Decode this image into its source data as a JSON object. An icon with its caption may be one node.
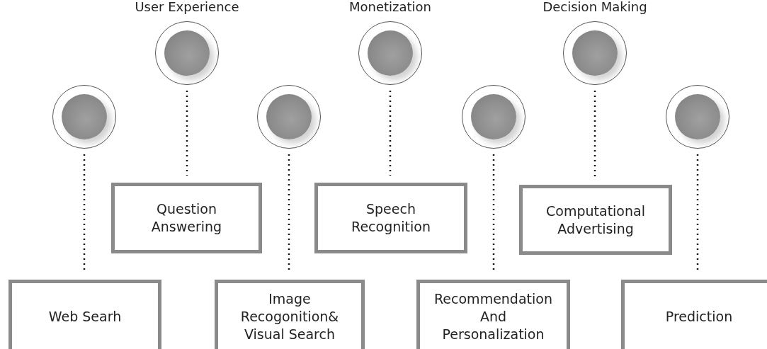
{
  "diagram": {
    "nodes": [
      {
        "text": [],
        "shape": "circle"
      },
      {
        "text": [
          "Web Searh"
        ]
      },
      {
        "text": [
          "User Experience"
        ]
      },
      {
        "text": [
          "Question Answering"
        ]
      },
      {
        "text": [],
        "shape": "circle"
      },
      {
        "text": [
          "Image Recogonition& Visual Search"
        ]
      },
      {
        "text": [
          "Monetization"
        ]
      },
      {
        "text": [
          "Speech Recognition"
        ]
      },
      {
        "text": [],
        "shape": "circle"
      },
      {
        "text": [
          "Recommendation And Personalization"
        ]
      },
      {
        "text": [
          "Decision Making"
        ]
      },
      {
        "text": [
          "Computational Advertising"
        ]
      },
      {
        "text": [],
        "shape": "circle"
      },
      {
        "text": [
          "Prediction"
        ]
      }
    ],
    "edges": [
      {
        "from": 0,
        "to": 1,
        "arrow": "none"
      },
      {
        "from": 2,
        "to": 3,
        "arrow": "none"
      },
      {
        "from": 4,
        "to": 5,
        "arrow": "none"
      },
      {
        "from": 6,
        "to": 7,
        "arrow": "none"
      },
      {
        "from": 8,
        "to": 9,
        "arrow": "none"
      },
      {
        "from": 10,
        "to": 11,
        "arrow": "none"
      },
      {
        "from": 12,
        "to": 13,
        "arrow": "none"
      }
    ]
  }
}
